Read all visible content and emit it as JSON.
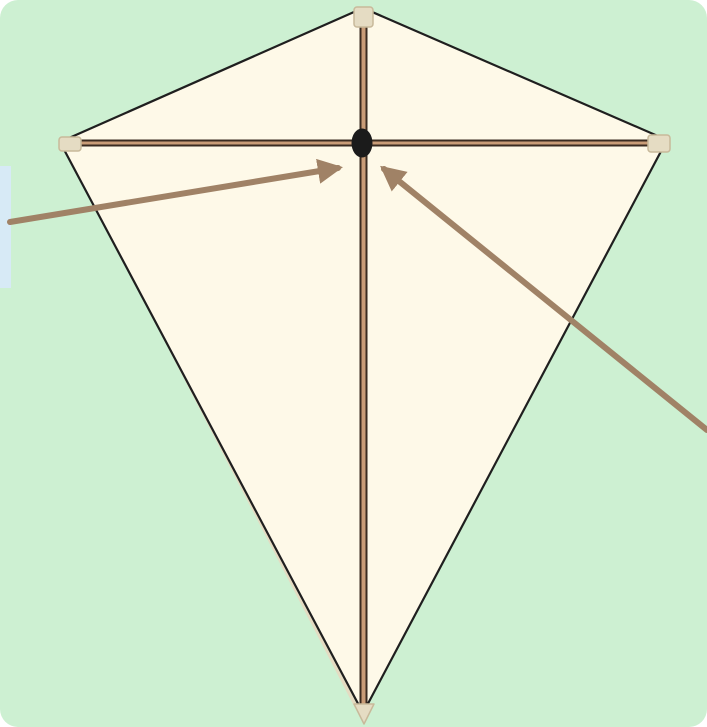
{
  "diagram": {
    "subject": "kite",
    "colors": {
      "background": "#cdf0d2",
      "sail": "#fef9e8",
      "outline": "#1f1f1f",
      "spar": "#c99c77",
      "spar_edge": "#3a2b20",
      "tip_caps": "#e5dcc3",
      "arrows": "#a08266",
      "center_knot": "#1b1b1b",
      "side_tab": "#d7eaf6"
    },
    "parts": [
      "sail",
      "spine",
      "cross-spar",
      "center-knot",
      "tip-caps"
    ],
    "annotations": {
      "left_arrow_label": "",
      "right_arrow_label": ""
    }
  }
}
